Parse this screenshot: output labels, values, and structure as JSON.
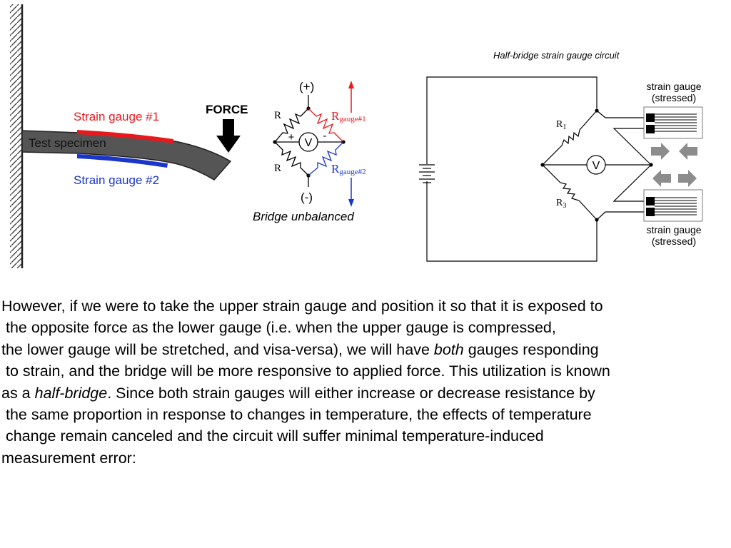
{
  "figure": {
    "specimen": {
      "force_label": "FORCE",
      "gauge1_label": "Strain gauge #1",
      "gauge2_label": "Strain gauge #2",
      "specimen_label": "Test specimen",
      "colors": {
        "gauge1": "#e8191d",
        "gauge2": "#1a35c9",
        "beam": "#555555"
      }
    },
    "bridge": {
      "top_label": "(+)",
      "bottom_label": "(-)",
      "r_left_top": "R",
      "r_left_bottom": "R",
      "rg1_main": "R",
      "rg1_sub": "gauge#1",
      "rg2_main": "R",
      "rg2_sub": "gauge#2",
      "meter_label": "V",
      "plus_sign": "+",
      "minus_sign": "-",
      "caption": "Bridge unbalanced"
    },
    "half_bridge": {
      "title": "Half-bridge strain gauge circuit",
      "r1_main": "R",
      "r1_sub": "1",
      "r3_main": "R",
      "r3_sub": "3",
      "meter_label": "V",
      "top_gauge_line1": "strain gauge",
      "top_gauge_line2": "(stressed)",
      "bottom_gauge_line1": "strain gauge",
      "bottom_gauge_line2": "(stressed)"
    }
  },
  "paragraph": {
    "line1": "However, if we were to take the upper strain gauge and position it so that it is exposed to",
    "line2": " the opposite force as the lower gauge (i.e. when the upper gauge is compressed,",
    "line3_a": "the lower gauge will be stretched, and visa-versa), we will have ",
    "line3_em": "both",
    "line3_b": " gauges responding",
    "line4": " to strain, and the bridge will be more responsive to applied force. This utilization is known",
    "line5_a": "as a ",
    "line5_em": "half-bridge",
    "line5_b": ". Since both strain gauges will either increase or decrease resistance by",
    "line6": " the same proportion in response to changes in temperature, the effects of temperature",
    "line7": " change remain canceled and the circuit will suffer minimal temperature-induced",
    "line8": "measurement error:"
  }
}
